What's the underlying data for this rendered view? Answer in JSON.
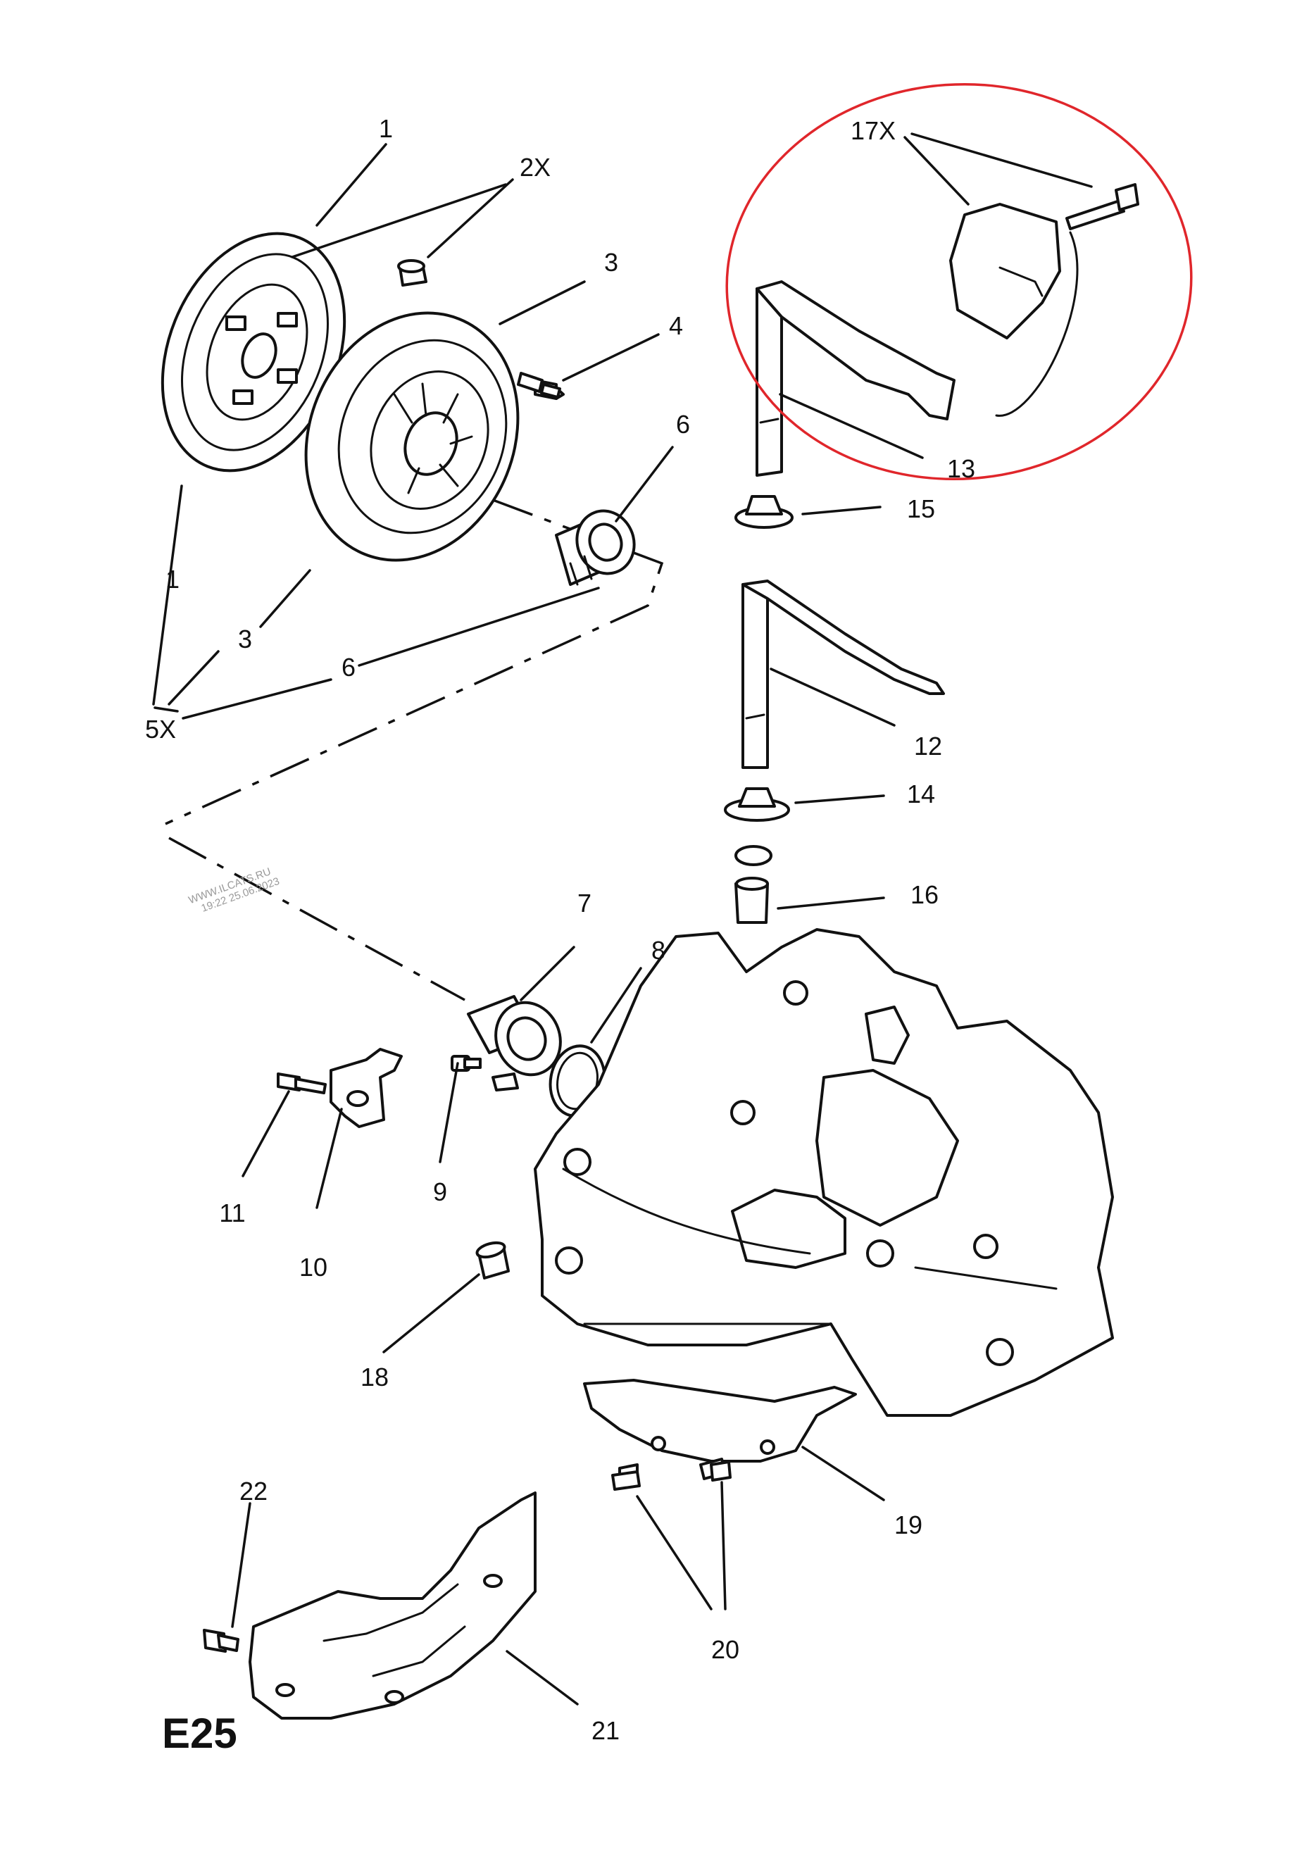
{
  "diagram_code": "E25",
  "watermark": {
    "line1": "WWW.ILCATS.RU",
    "line2": "19:22 25.06.2023"
  },
  "highlight_color": "#e0262b",
  "callouts": {
    "c1a": "1",
    "c1b": "1",
    "c2x": "2X",
    "c3a": "3",
    "c3b": "3",
    "c4": "4",
    "c5x": "5X",
    "c6a": "6",
    "c6b": "6",
    "c7": "7",
    "c8": "8",
    "c9": "9",
    "c10": "10",
    "c11": "11",
    "c12": "12",
    "c13": "13",
    "c14": "14",
    "c15": "15",
    "c16": "16",
    "c17x": "17X",
    "c18": "18",
    "c19": "19",
    "c20": "20",
    "c21": "21",
    "c22": "22"
  }
}
